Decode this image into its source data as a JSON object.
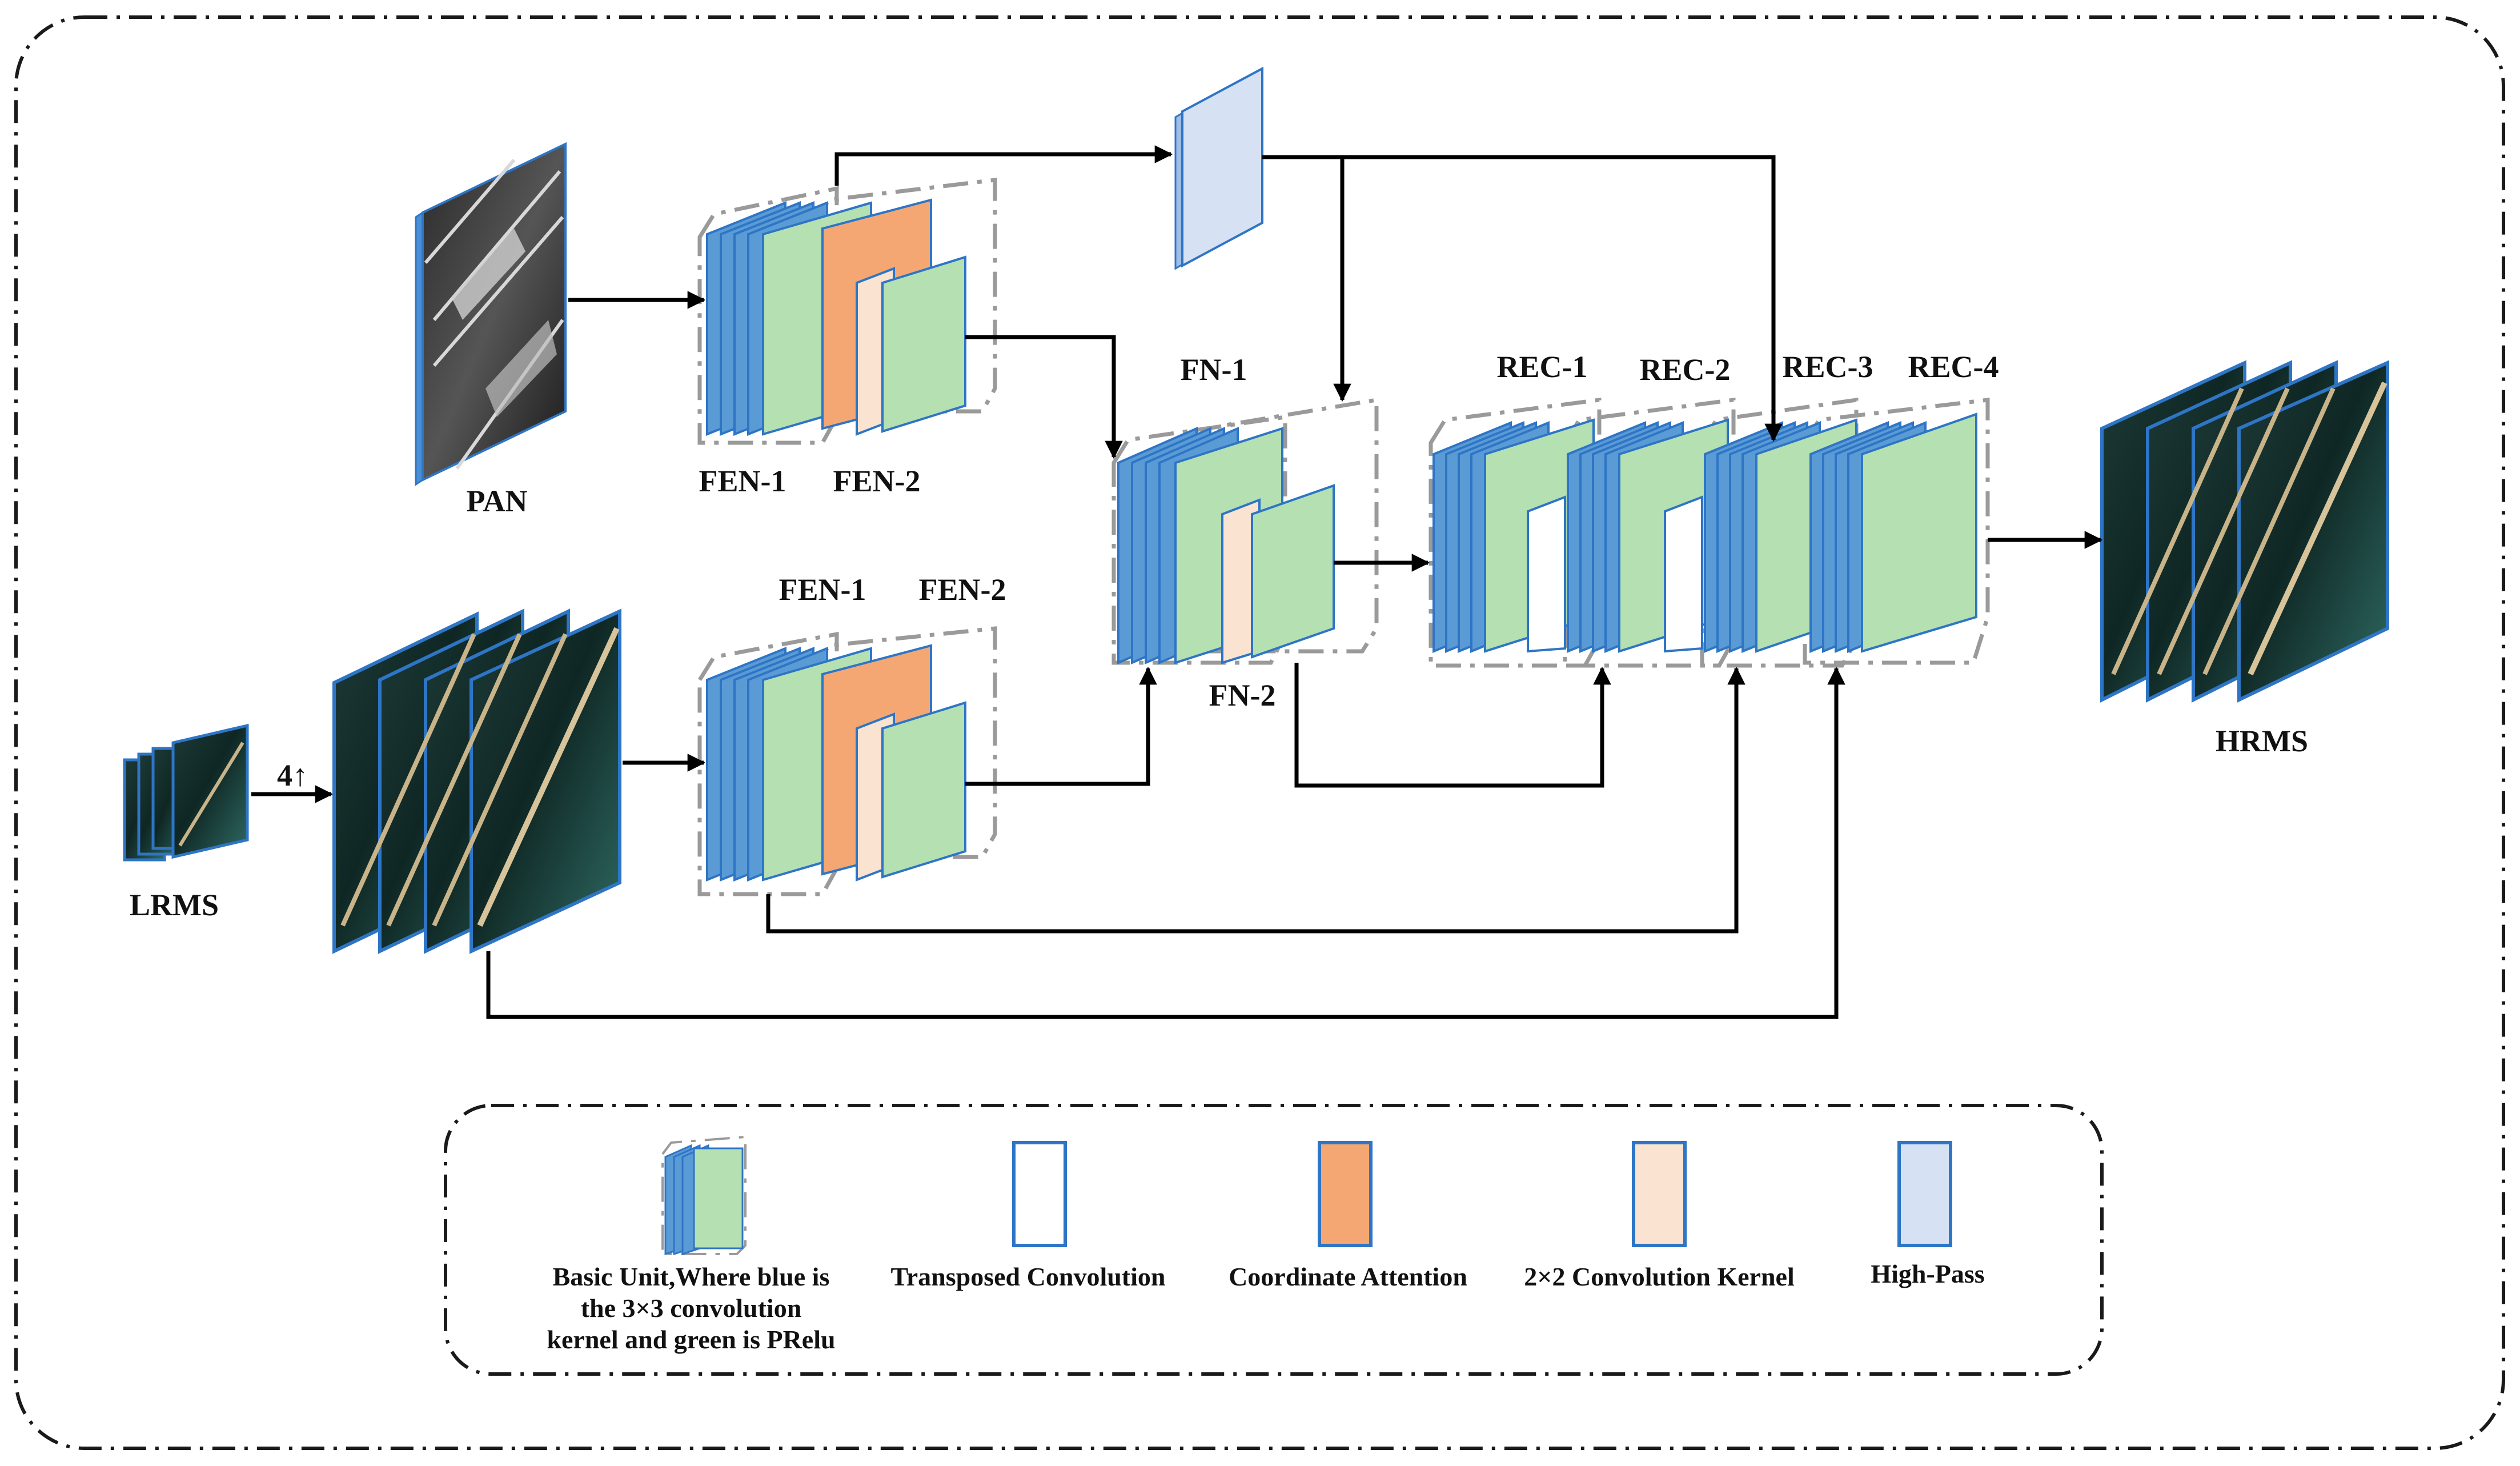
{
  "labels": {
    "pan": "PAN",
    "lrms": "LRMS",
    "hrms": "HRMS",
    "upsample": "4↑",
    "fen1_top": "FEN-1",
    "fen2_top": "FEN-2",
    "fen1_bottom": "FEN-1",
    "fen2_bottom": "FEN-2",
    "fn1": "FN-1",
    "fn2": "FN-2",
    "rec1": "REC-1",
    "rec2": "REC-2",
    "rec3": "REC-3",
    "rec4": "REC-4"
  },
  "legend": {
    "basic_unit": [
      "Basic Unit,Where blue is",
      "the 3×3 convolution",
      "kernel and green is PRelu"
    ],
    "transposed": "Transposed Convolution",
    "coord_att": "Coordinate Attention",
    "conv2x2": "2×2 Convolution Kernel",
    "highpass": "High-Pass"
  },
  "colors": {
    "conv_blue": "#5b9bd5",
    "prelu_green": "#b5e0b2",
    "coord_attention": "#f4a772",
    "conv2x2": "#fbe3d1",
    "high_pass": "#d6e2f3",
    "transposed": "#ffffff",
    "edge_blue": "#2e75c6"
  }
}
